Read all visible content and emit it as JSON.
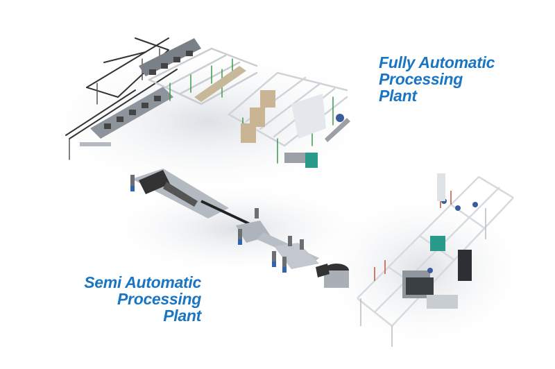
{
  "labels": {
    "fully_automatic": {
      "line1": "Fully Automatic",
      "line2": "Processing",
      "line3": "Plant"
    },
    "semi_automatic": {
      "line1": "Semi Automatic",
      "line2": "Processing",
      "line3": "Plant"
    }
  },
  "colors": {
    "label_blue": "#1a75c2",
    "background": "#ffffff"
  },
  "illustrations": [
    {
      "name": "fully-automatic-plant",
      "description": "3D rendered fully automatic poultry processing line with overhead conveyor frames"
    },
    {
      "name": "semi-automatic-plant",
      "description": "3D rendered semi automatic processing line with workers, tables and conveyors"
    }
  ]
}
